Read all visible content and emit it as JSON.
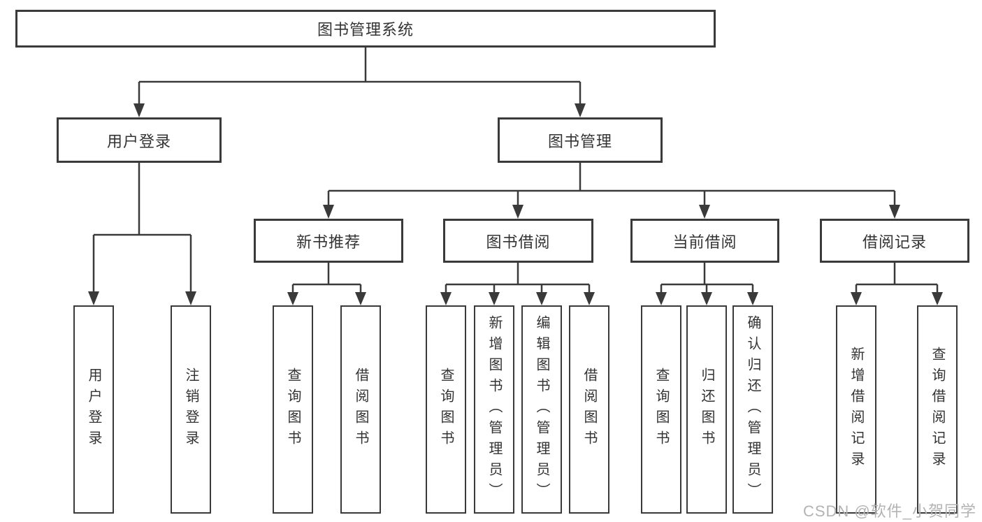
{
  "diagram": {
    "title": "图书管理系统",
    "type": "hierarchy-tree"
  },
  "colors": {
    "line_color": "#3a3a3a",
    "text_color": "#333333",
    "box_bg": "#ffffff",
    "bg": "#ffffff",
    "watermark_color": "#b3b3b3"
  },
  "nodes": {
    "root": {
      "label": "图书管理系统"
    },
    "level2": [
      {
        "label": "用户登录"
      },
      {
        "label": "图书管理"
      }
    ],
    "level3": [
      {
        "label": "新书推荐"
      },
      {
        "label": "图书借阅"
      },
      {
        "label": "当前借阅"
      },
      {
        "label": "借阅记录"
      }
    ],
    "leaves": [
      {
        "label": "用户登录"
      },
      {
        "label": "注销登录"
      },
      {
        "label": "查询图书"
      },
      {
        "label": "借阅图书"
      },
      {
        "label": "查询图书"
      },
      {
        "label": "新增图书（管理员）"
      },
      {
        "label": "编辑图书（管理员）"
      },
      {
        "label": "借阅图书"
      },
      {
        "label": "查询图书"
      },
      {
        "label": "归还图书"
      },
      {
        "label": "确认归还（管理员）"
      },
      {
        "label": "新增借阅记录"
      },
      {
        "label": "查询借阅记录"
      }
    ]
  },
  "watermark": "CSDN @软件_小贺同学"
}
